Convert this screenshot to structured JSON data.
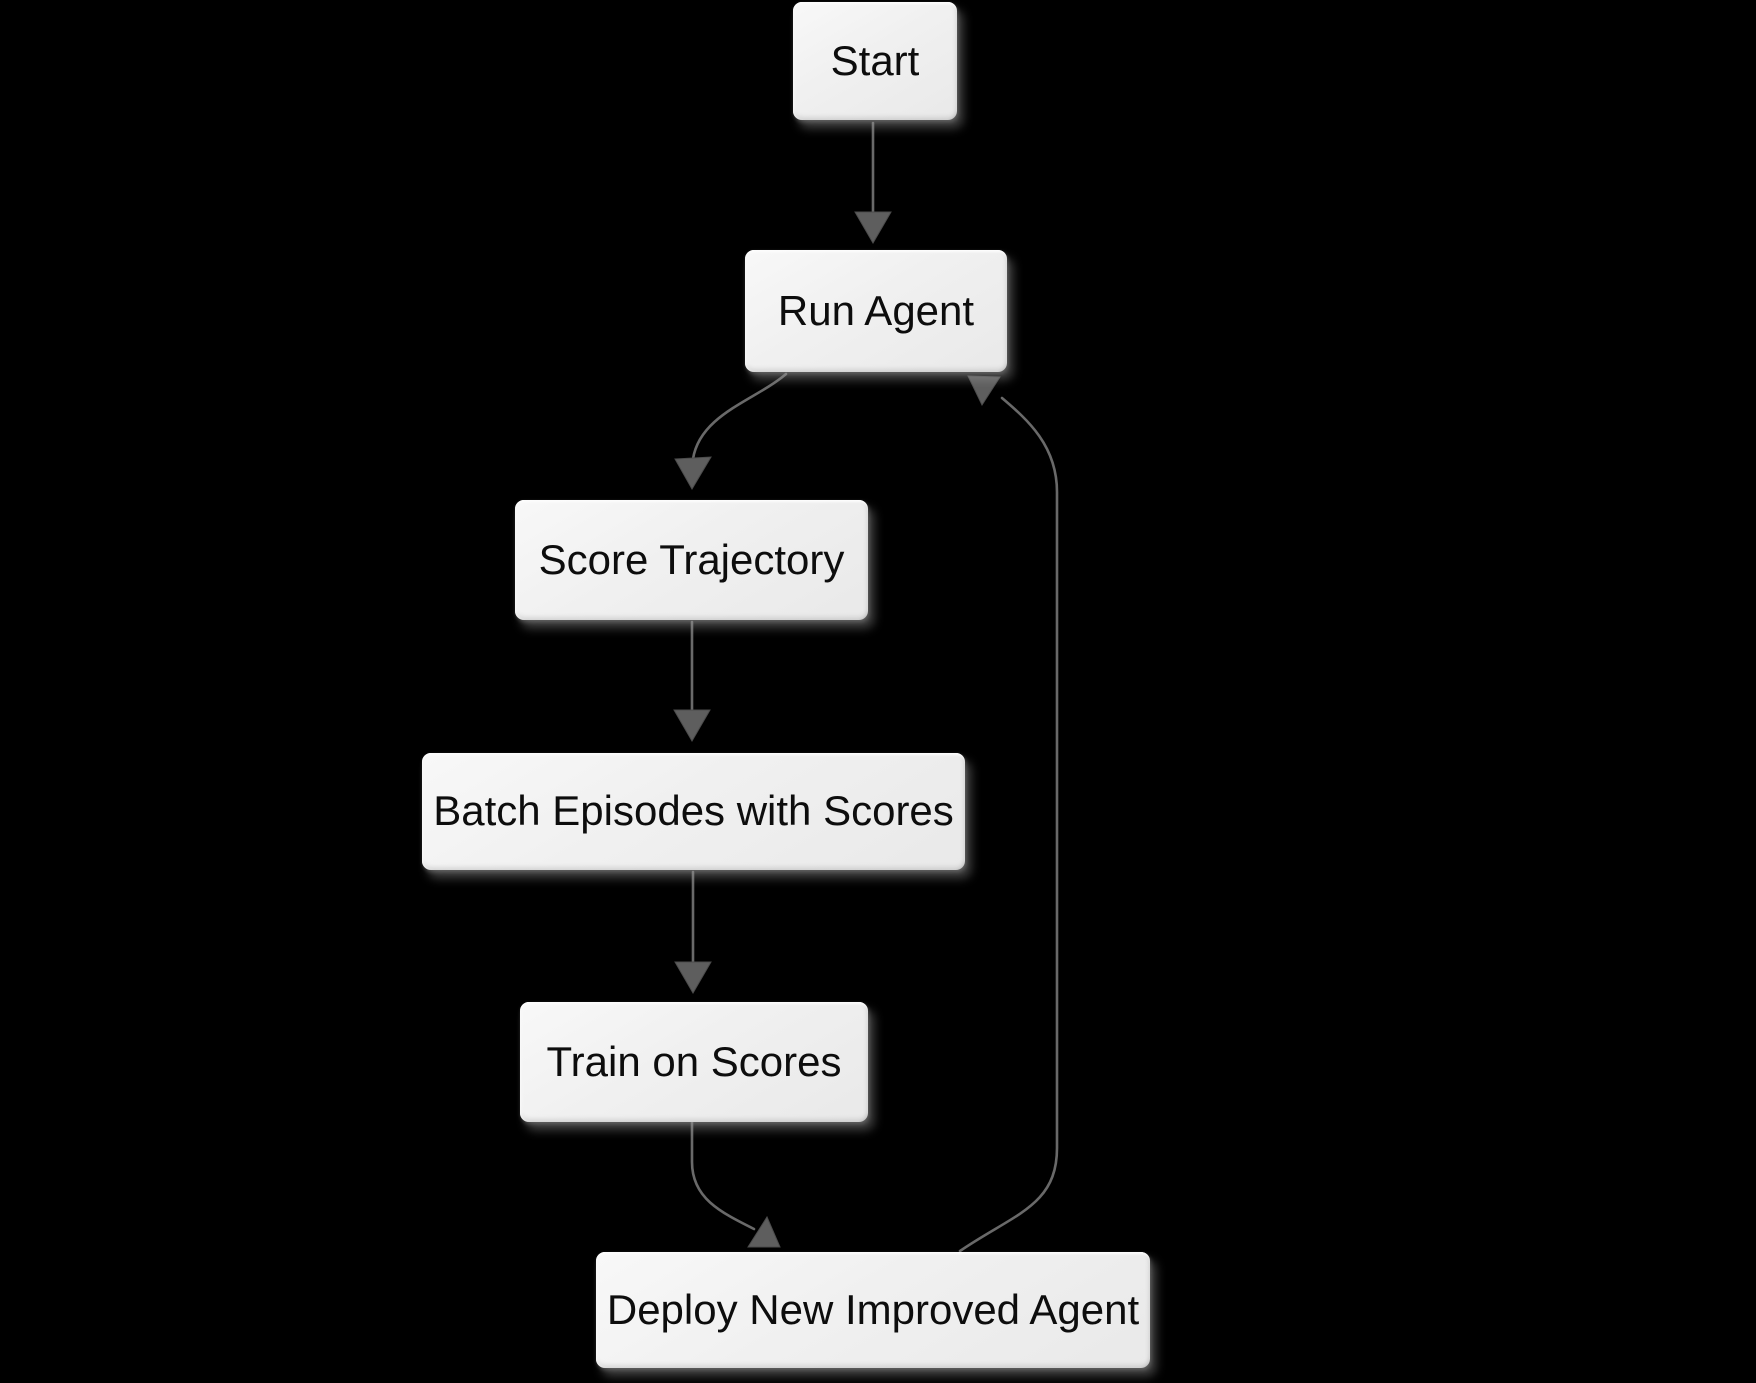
{
  "diagram": {
    "type": "flowchart",
    "colors": {
      "background": "#000000",
      "node_fill": "#f0f0f0",
      "node_text": "#0d0d0d",
      "edge": "#696969",
      "arrowhead": "#5e5e5e",
      "arrowhead_edge": "#4c4c4c"
    },
    "nodes": {
      "start": {
        "label": "Start"
      },
      "run_agent": {
        "label": "Run Agent"
      },
      "score_trajectory": {
        "label": "Score Trajectory"
      },
      "batch_episodes": {
        "label": "Batch Episodes with Scores"
      },
      "train_on_scores": {
        "label": "Train on Scores"
      },
      "deploy_new_agent": {
        "label": "Deploy New Improved Agent"
      }
    },
    "edges": [
      {
        "from": "start",
        "to": "run_agent"
      },
      {
        "from": "run_agent",
        "to": "score_trajectory"
      },
      {
        "from": "score_trajectory",
        "to": "batch_episodes"
      },
      {
        "from": "batch_episodes",
        "to": "train_on_scores"
      },
      {
        "from": "train_on_scores",
        "to": "deploy_new_agent"
      },
      {
        "from": "deploy_new_agent",
        "to": "run_agent"
      }
    ]
  }
}
